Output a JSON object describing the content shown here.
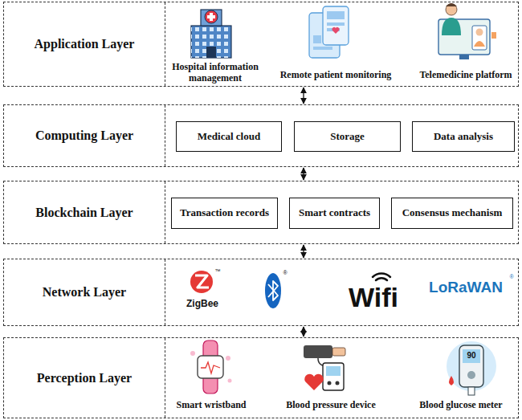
{
  "diagram": {
    "nodes": [
      {
        "text": [
          "Application Layer"
        ]
      },
      {
        "text": [
          "Computing Layer"
        ]
      },
      {
        "text": [
          "Medical cloud"
        ],
        "in": 1
      },
      {
        "text": [
          "Storage"
        ],
        "in": 1
      },
      {
        "text": [
          "Data analysis"
        ],
        "in": 1
      },
      {
        "text": [
          "Blockchain Layer"
        ]
      },
      {
        "text": [
          "Transaction records"
        ],
        "in": 5
      },
      {
        "text": [
          "Smart contracts"
        ],
        "in": 5
      },
      {
        "text": [
          "Consensus mechanism"
        ],
        "in": 5
      },
      {
        "text": [
          "Network Layer"
        ]
      },
      {
        "text": [
          "Perception Layer"
        ]
      }
    ],
    "edges": [
      {
        "from": 0,
        "to": 1,
        "arrow": "both"
      },
      {
        "from": 1,
        "to": 5,
        "arrow": "both"
      },
      {
        "from": 5,
        "to": 9,
        "arrow": "both"
      },
      {
        "from": 9,
        "to": 10,
        "arrow": "both"
      }
    ],
    "labels": [
      "Hospital information management",
      "Remote patient monitoring",
      "Telemedicine platform",
      "™",
      "ZigBee",
      "®",
      "Wifi",
      "LoRaWAN",
      "®",
      "90",
      "Smart wristband",
      "Blood pressure device",
      "Blood glucose meter"
    ]
  }
}
